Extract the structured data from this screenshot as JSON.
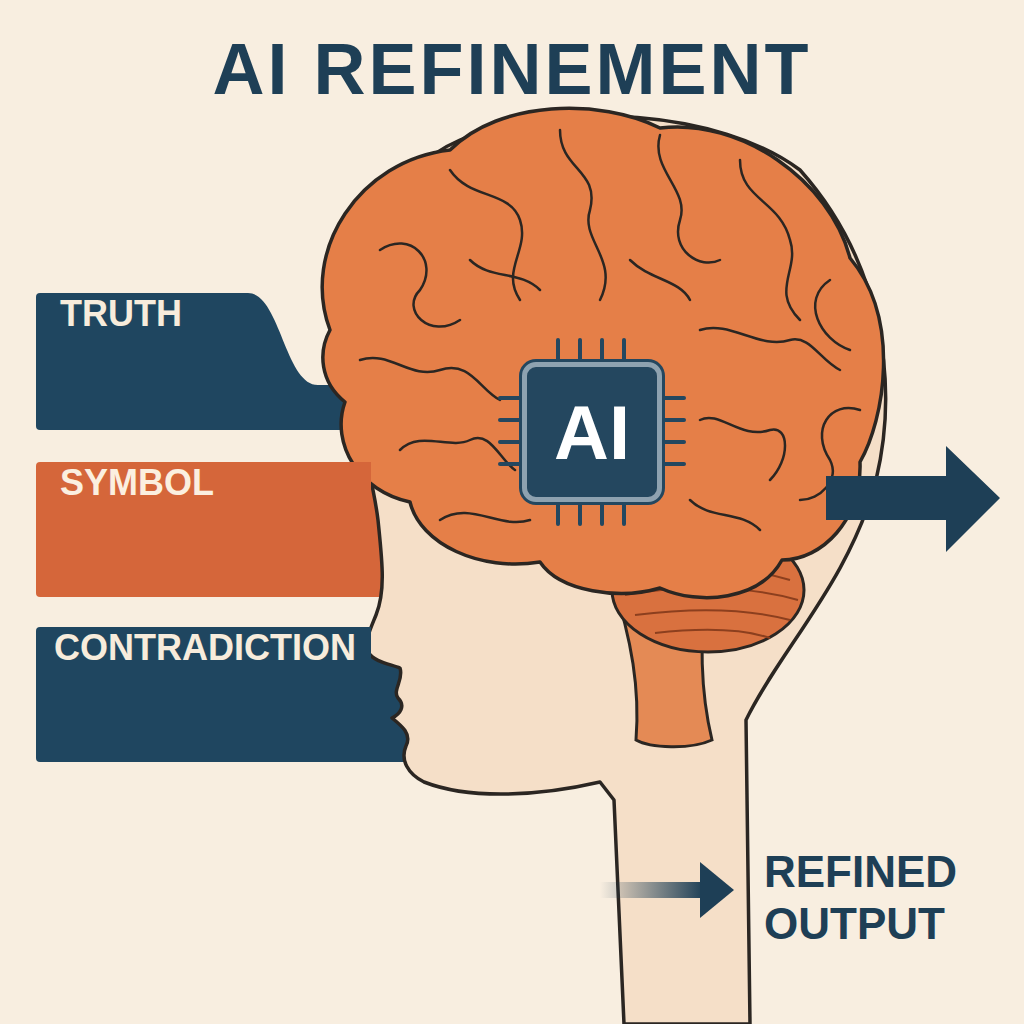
{
  "diagram": {
    "title": "AI REFINEMENT",
    "nodes": [
      {
        "text": [
          "TRUTH"
        ]
      },
      {
        "text": [
          "SYMBOL"
        ]
      },
      {
        "text": [
          "CONTRADICTION"
        ]
      },
      {
        "text": [
          "AI"
        ]
      }
    ],
    "labels": [
      "REFINED OUTPUT"
    ]
  }
}
